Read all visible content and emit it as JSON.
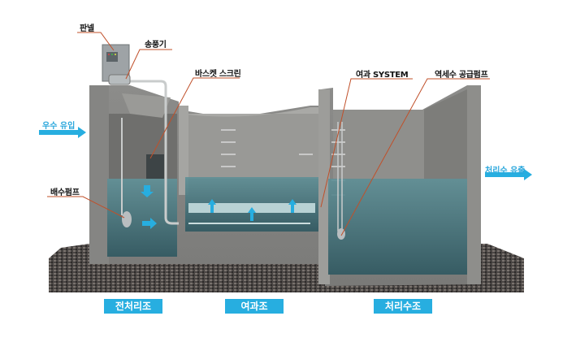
{
  "callouts": {
    "panel": "판넬",
    "blower": "송풍기",
    "basket_screen": "바스켓 스크린",
    "filter_system": "여과 SYSTEM",
    "backwash_pump": "역세수 공급펌프",
    "drain_pump": "배수펌프"
  },
  "flows": {
    "inflow": "우수 유입",
    "outflow": "처리수 유출"
  },
  "tanks": {
    "pretreatment": "전처리조",
    "filtration": "여과조",
    "treated_water": "처리수조"
  },
  "colors": {
    "accent": "#27aee0",
    "leader_line": "#c0502a",
    "concrete": "#8a8a88",
    "water": "#4f7f86"
  }
}
